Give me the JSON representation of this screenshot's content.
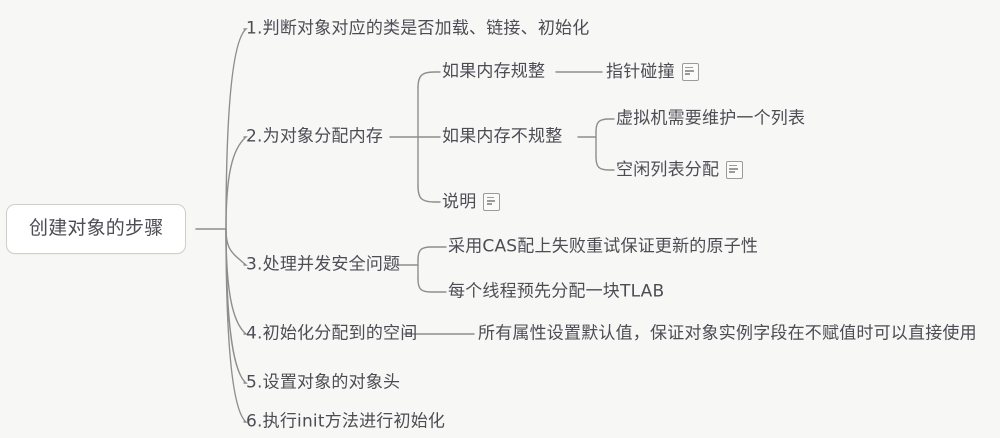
{
  "theme": {
    "background": "#f7f7f5",
    "text_color": "#4c4c55",
    "line_color": "#8e8e8e",
    "root_border": "#cfcfc9",
    "root_fill": "#ffffff",
    "icon_color": "#9b9b9b"
  },
  "mindmap": {
    "root": {
      "label": "创建对象的步骤"
    },
    "branches": [
      {
        "label": "1.判断对象对应的类是否加载、链接、初始化",
        "note": false,
        "children": []
      },
      {
        "label": "2.为对象分配内存",
        "note": false,
        "children": [
          {
            "label": "如果内存规整",
            "note": false,
            "children": [
              {
                "label": "指针碰撞",
                "note": true,
                "children": []
              }
            ]
          },
          {
            "label": "如果内存不规整",
            "note": false,
            "children": [
              {
                "label": "虚拟机需要维护一个列表",
                "note": false,
                "children": []
              },
              {
                "label": "空闲列表分配",
                "note": true,
                "children": []
              }
            ]
          },
          {
            "label": "说明",
            "note": true,
            "children": []
          }
        ]
      },
      {
        "label": "3.处理并发安全问题",
        "note": false,
        "children": [
          {
            "label": "采用CAS配上失败重试保证更新的原子性",
            "note": false,
            "children": []
          },
          {
            "label": "每个线程预先分配一块TLAB",
            "note": false,
            "children": []
          }
        ]
      },
      {
        "label": "4.初始化分配到的空间",
        "note": false,
        "children": [
          {
            "label": "所有属性设置默认值，保证对象实例字段在不赋值时可以直接使用",
            "note": false,
            "children": []
          }
        ]
      },
      {
        "label": "5.设置对象的对象头",
        "note": false,
        "children": []
      },
      {
        "label": "6.执行init方法进行初始化",
        "note": false,
        "children": []
      }
    ]
  },
  "icons": {
    "note": "note-icon"
  }
}
